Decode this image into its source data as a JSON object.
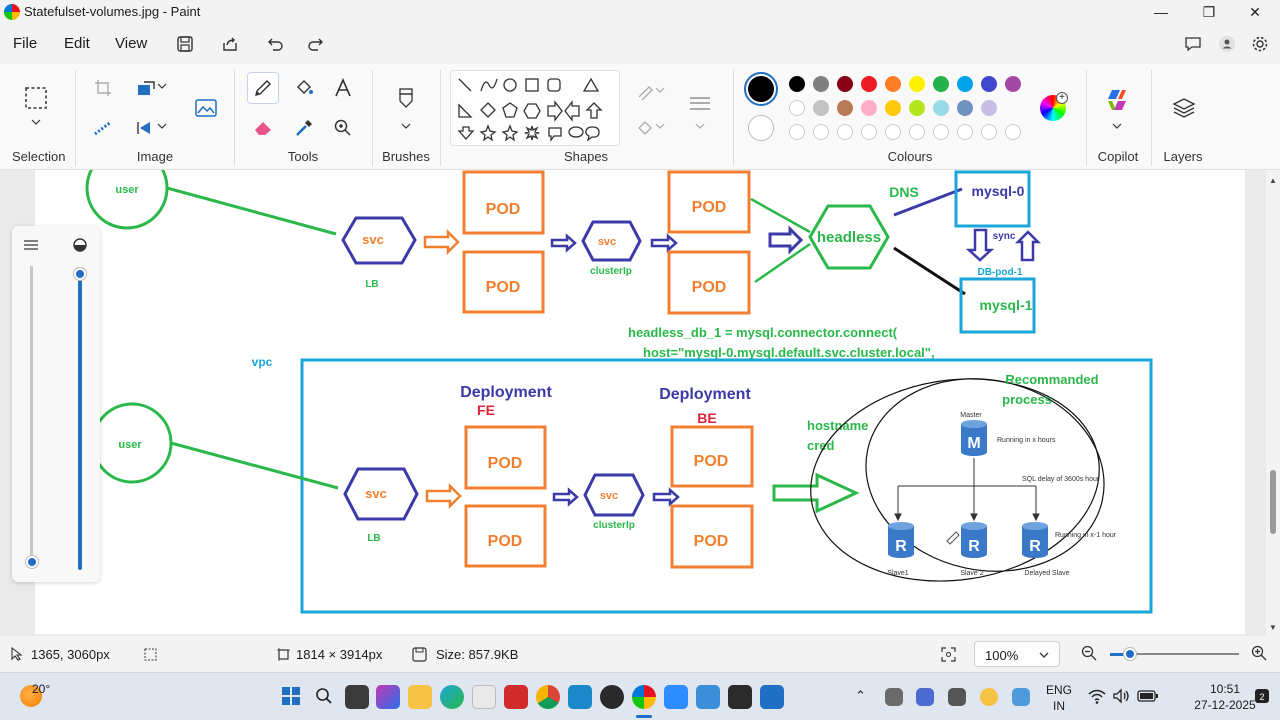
{
  "window": {
    "title": "Statefulset-volumes.jpg - Paint"
  },
  "menu": {
    "file": "File",
    "edit": "Edit",
    "view": "View"
  },
  "ribbon": {
    "groups": {
      "selection": "Selection",
      "image": "Image",
      "tools": "Tools",
      "brushes": "Brushes",
      "shapes": "Shapes",
      "colours": "Colours",
      "copilot": "Copilot",
      "layers": "Layers"
    },
    "colors": {
      "row1": [
        "#000000",
        "#7f7f7f",
        "#880015",
        "#ed1c24",
        "#ff7f27",
        "#fff200",
        "#22b14c",
        "#00a2e8",
        "#3f48cc",
        "#a349a4"
      ],
      "row2": [
        "#ffffff",
        "#c3c3c3",
        "#b97a57",
        "#ffaec9",
        "#ffc90e",
        "#b5e61d",
        "#99d9ea",
        "#7092be",
        "#c8bfe7"
      ]
    },
    "primary_color": "#000000",
    "secondary_color": "#ffffff"
  },
  "canvas": {
    "top": {
      "user": "user",
      "svc": "svc",
      "lb": "LB",
      "pod": "POD",
      "svc2": "svc",
      "clusterip": "clusterIp",
      "headless": "headless",
      "dns": "DNS",
      "mysql0": "mysql-0",
      "sync": "sync",
      "dbpod": "DB-pod-1",
      "mysql1": "mysql-1",
      "code1": "headless_db_1 = mysql.connector.connect(",
      "code2": "host=\"mysql-0.mysql.default.svc.cluster.local\","
    },
    "bottom": {
      "vpc": "vpc",
      "user": "user",
      "svc": "svc",
      "lb": "LB",
      "deploy1": "Deployment",
      "fe": "FE",
      "deploy2": "Deployment",
      "be": "BE",
      "pod": "POD",
      "svc2": "svc",
      "clusterip": "clusterIp",
      "hostname": "hostname",
      "cred": "cred",
      "recommended1": "Recommanded",
      "recommended2": "process",
      "master": "Master",
      "m": "M",
      "running_x": "Running in x hours",
      "sql_delay": "SQL delay of 3600s hour",
      "running_x1": "Running in x-1 hour",
      "r": "R",
      "slave1": "Slave1",
      "slave2": "Slave 2",
      "delayed": "Delayed Slave"
    }
  },
  "statusbar": {
    "cursor": "1365, 3060px",
    "dimensions": "1814 × 3914px",
    "size": "Size: 857.9KB",
    "zoom": "100%"
  },
  "taskbar": {
    "temp": "20°",
    "lang1": "ENG",
    "lang2": "IN",
    "time": "10:51",
    "date": "27-12-2025"
  }
}
